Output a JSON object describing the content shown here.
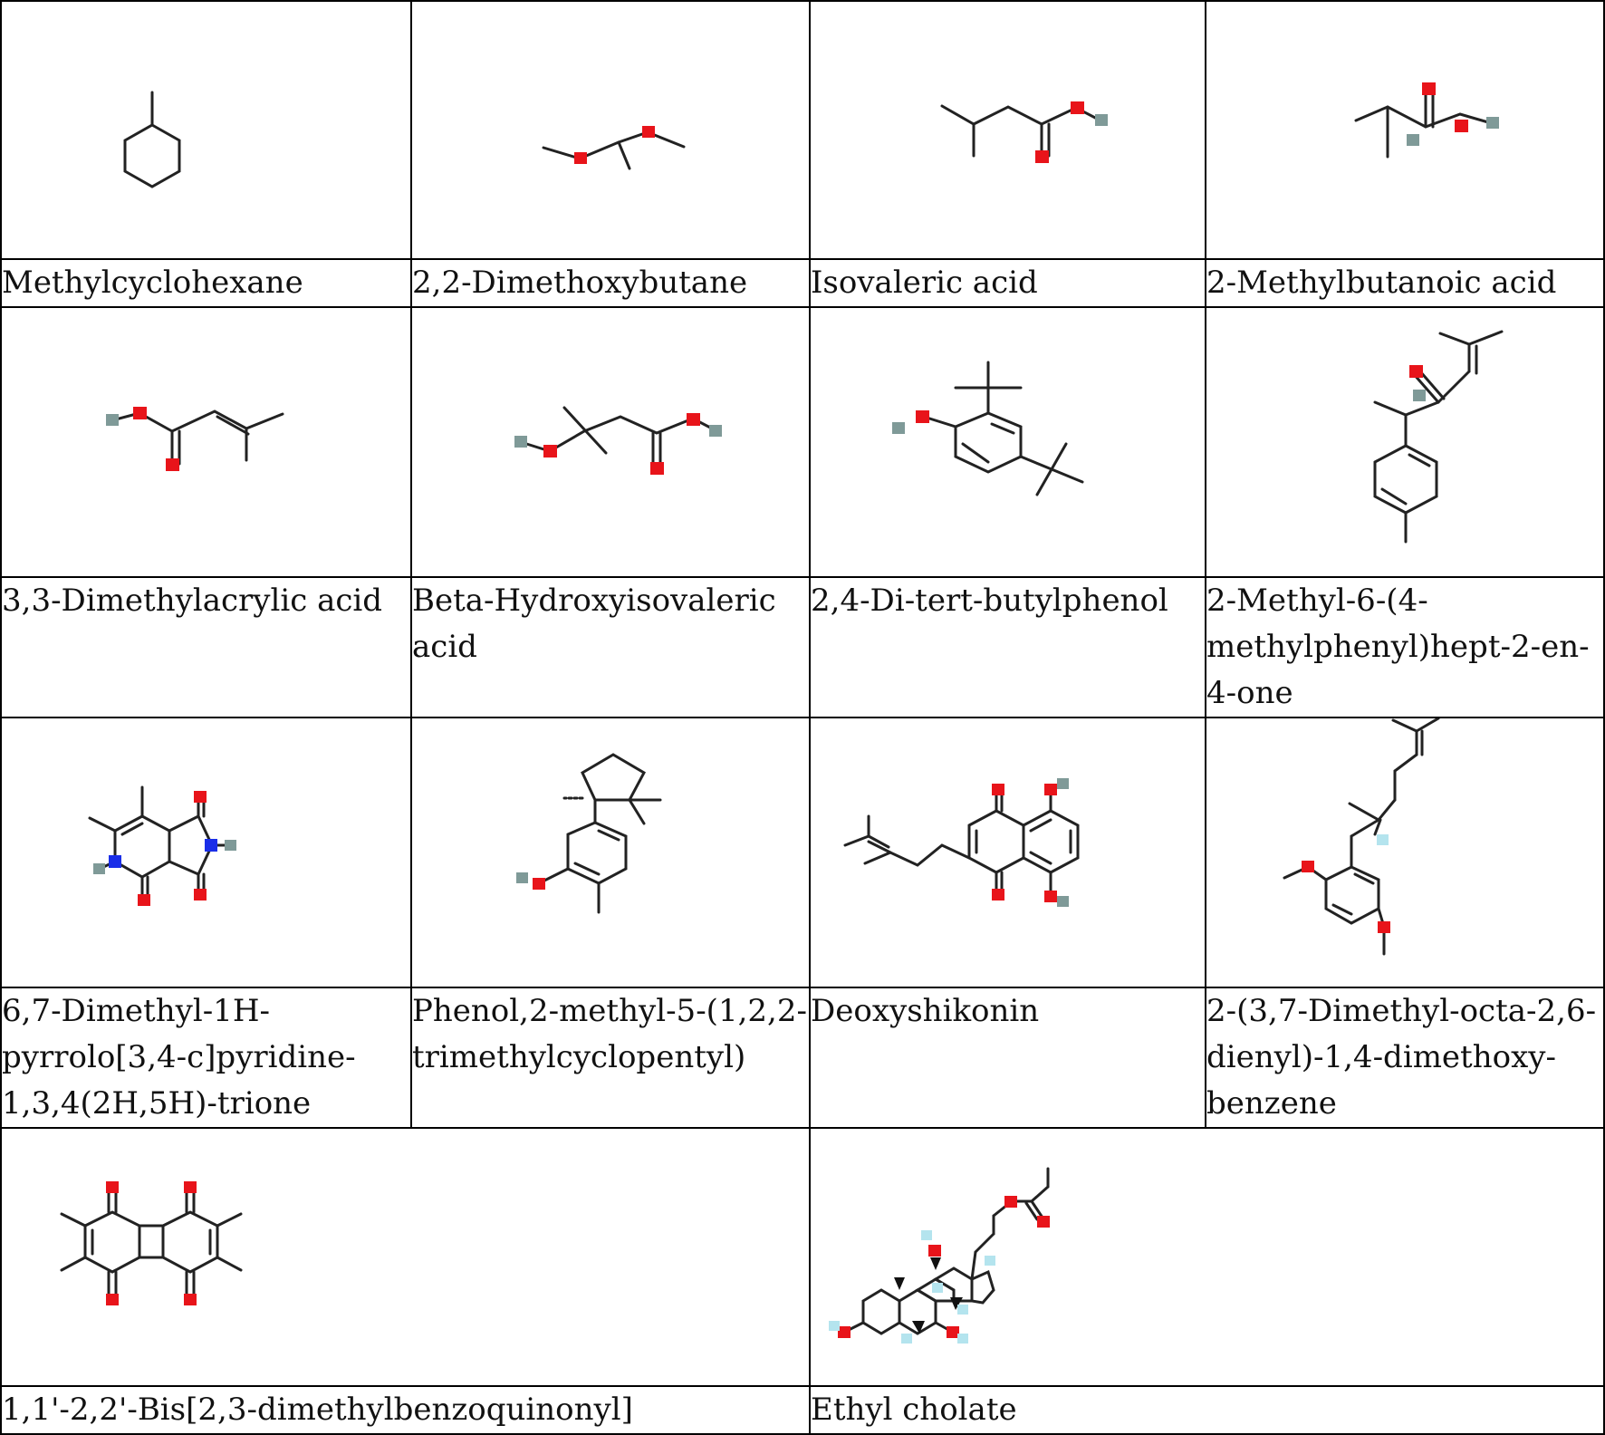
{
  "compounds": [
    {
      "name": "Methylcyclohexane",
      "icon": "methylcyclohexane-structure-icon"
    },
    {
      "name": "2,2-Dimethoxybutane",
      "icon": "dimethoxybutane-structure-icon"
    },
    {
      "name": "Isovaleric acid",
      "icon": "isovaleric-acid-structure-icon"
    },
    {
      "name": "2-Methylbutanoic acid",
      "icon": "methylbutanoic-acid-structure-icon"
    },
    {
      "name": "3,3-Dimethylacrylic acid",
      "icon": "dimethylacrylic-acid-structure-icon"
    },
    {
      "name": "Beta-Hydroxyisovaleric acid",
      "icon": "hydroxyisovaleric-acid-structure-icon"
    },
    {
      "name": "2,4-Di-tert-butylphenol",
      "icon": "di-tert-butylphenol-structure-icon"
    },
    {
      "name": "2-Methyl-6-(4-methylphenyl)hept-2-en-4-one",
      "icon": "methylphenyl-heptenone-structure-icon"
    },
    {
      "name": "6,7-Dimethyl-1H-pyrrolo[3,4-c]pyridine-1,3,4(2H,5H)-trione",
      "icon": "pyrrolopyridine-trione-structure-icon"
    },
    {
      "name": "Phenol,2-methyl-5-(1,2,2-trimethylcyclopentyl)",
      "icon": "trimethylcyclopentyl-phenol-structure-icon"
    },
    {
      "name": "Deoxyshikonin",
      "icon": "deoxyshikonin-structure-icon"
    },
    {
      "name": "2-(3,7-Dimethyl-octa-2,6-dienyl)-1,4-dimethoxy-benzene",
      "icon": "dimethoxy-benzene-structure-icon"
    },
    {
      "name": "1,1'-2,2'-Bis[2,3-dimethylbenzoquinonyl]",
      "icon": "bis-benzoquinonyl-structure-icon"
    },
    {
      "name": "Ethyl cholate",
      "icon": "ethyl-cholate-structure-icon"
    }
  ],
  "colors": {
    "oxygen": "#e8141a",
    "nitrogen": "#1a2ee8",
    "hydrogen": "#7f9a98",
    "bond": "#222222"
  }
}
